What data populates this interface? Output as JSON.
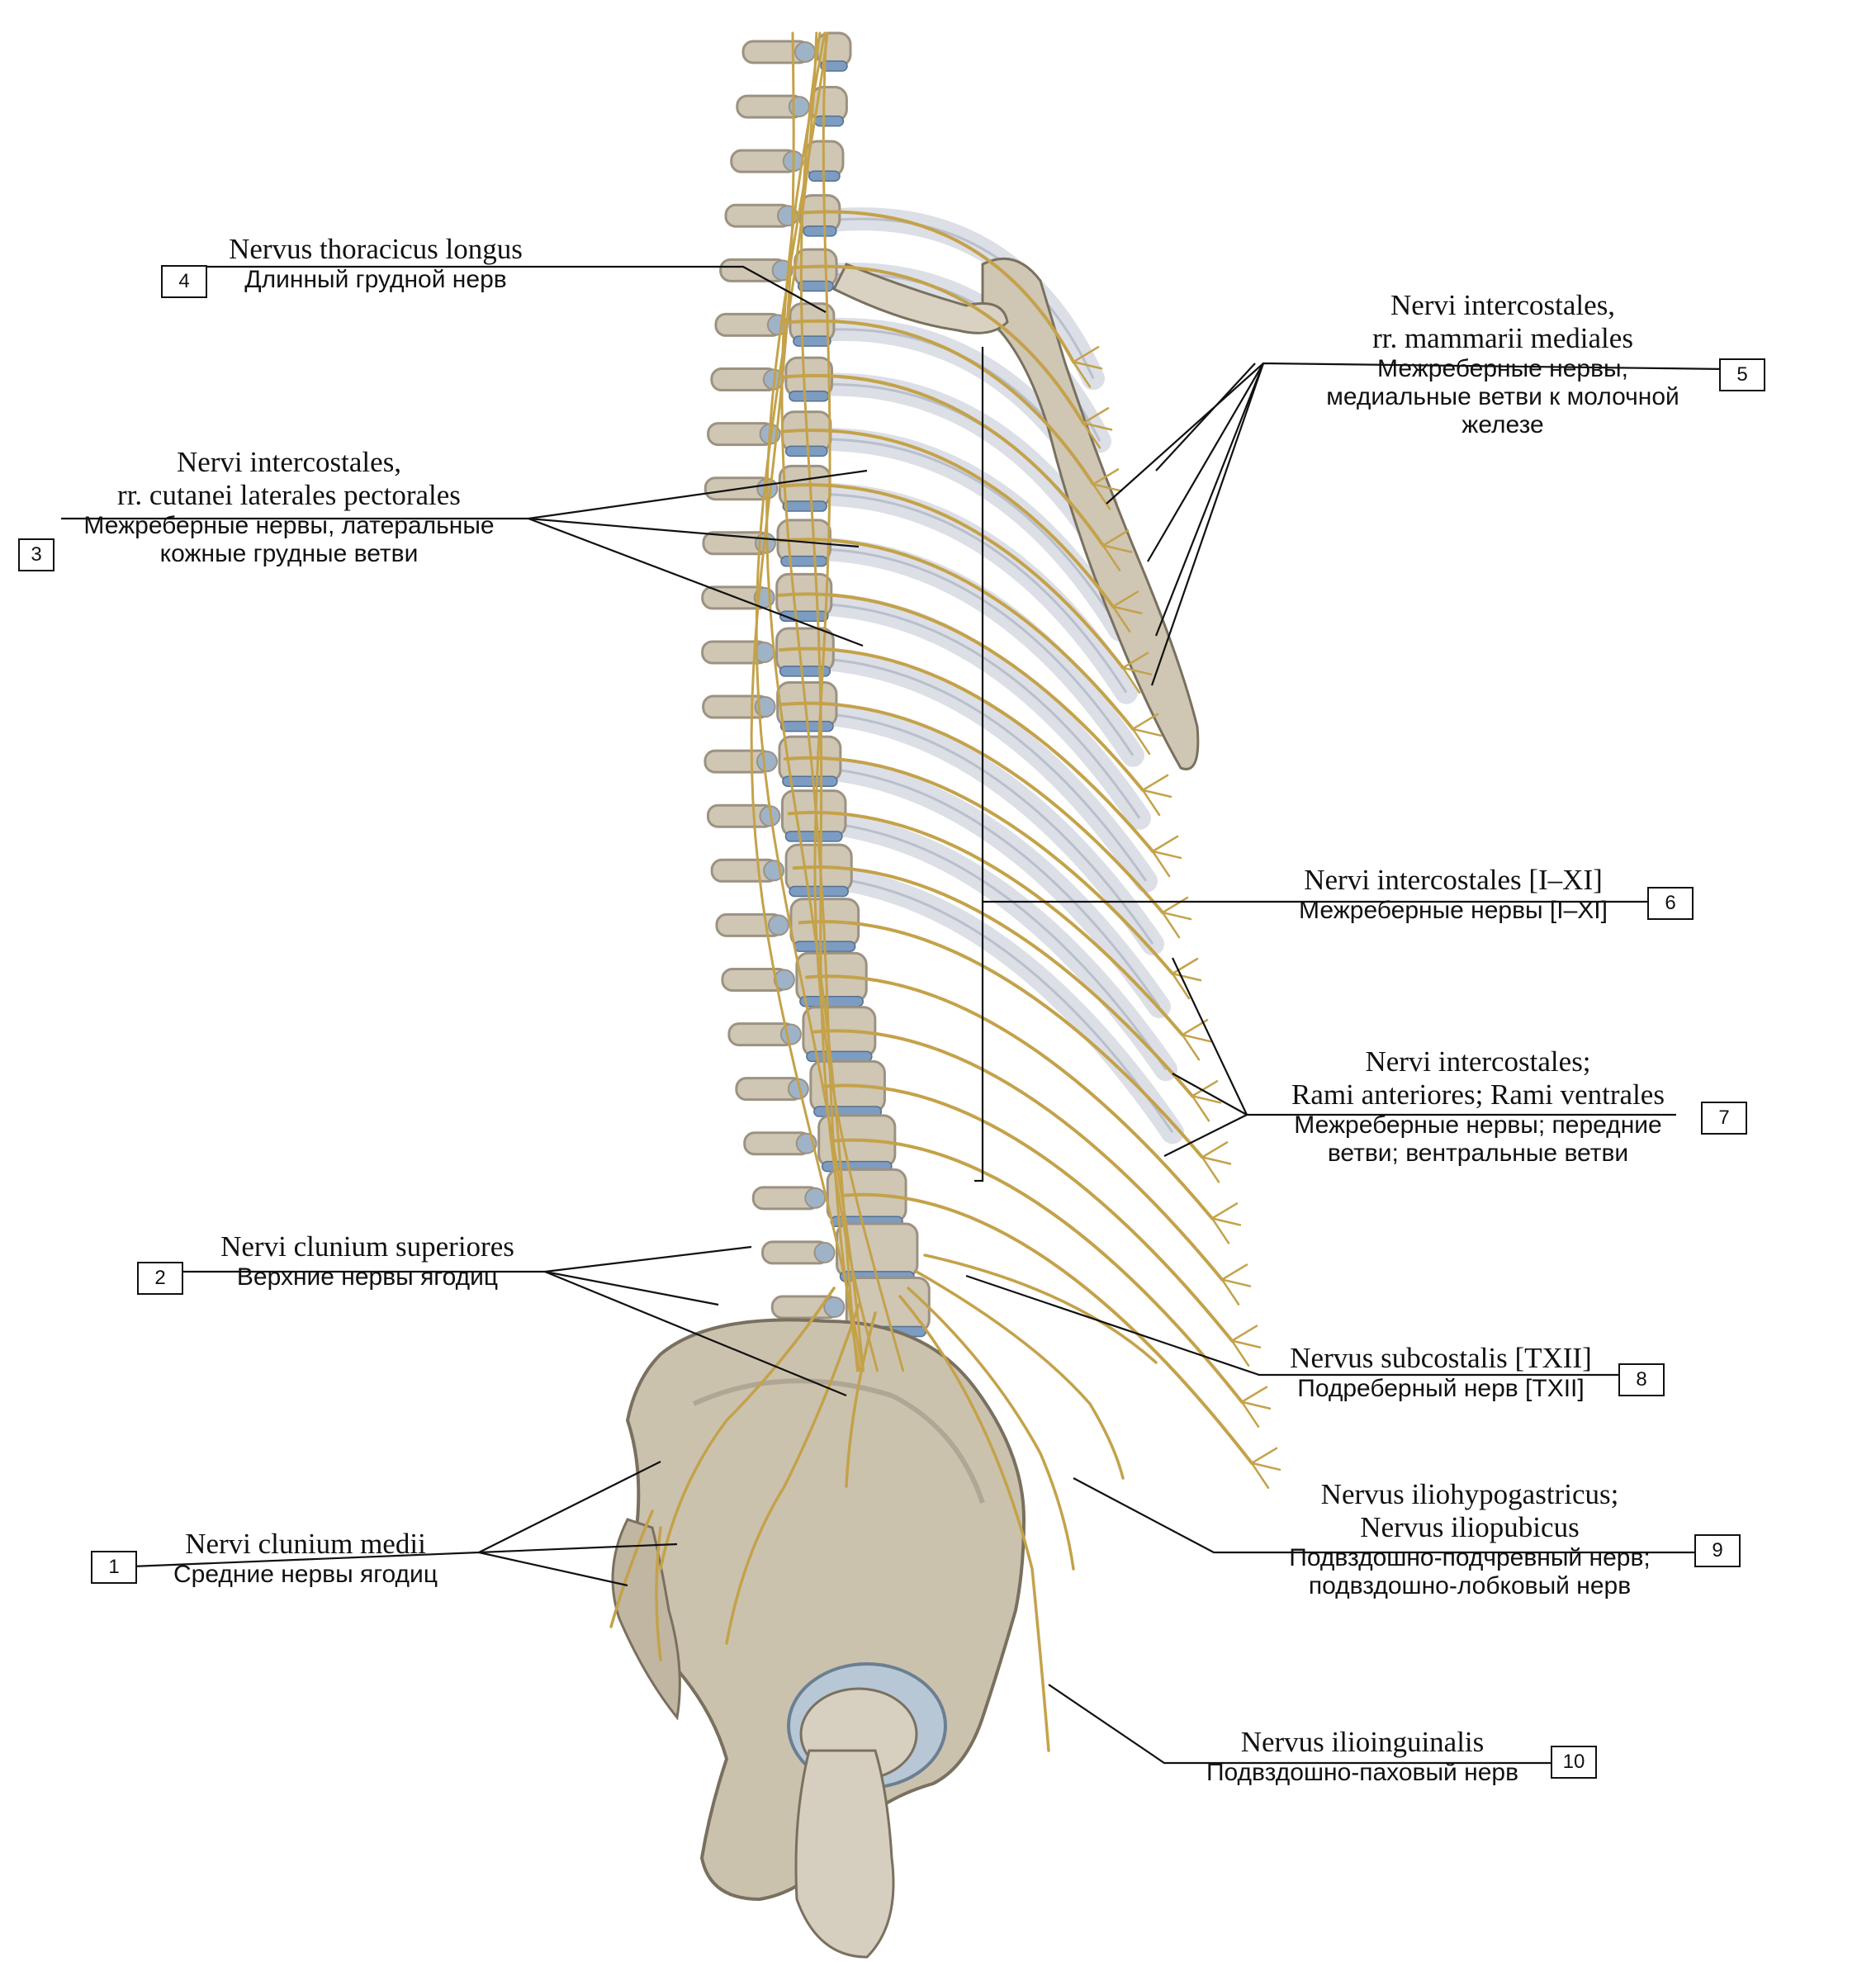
{
  "colors": {
    "bone": "#cfc6b4",
    "bone_shadow": "#9c9282",
    "nerve": "#c4a24a",
    "disc": "#7d9cc2",
    "rib": "#dcdfe6",
    "leader": "#111111"
  },
  "labels": [
    {
      "num": "1",
      "latin": "Nervi clunium medii",
      "russian": "Средние нервы ягодиц"
    },
    {
      "num": "2",
      "latin": "Nervi clunium superiores",
      "russian": "Верхние нервы ягодиц"
    },
    {
      "num": "3",
      "latin": [
        "Nervi intercostales,",
        "rr. cutanei laterales pectorales"
      ],
      "russian": [
        "Межреберные нервы, латеральные",
        "кожные грудные ветви"
      ]
    },
    {
      "num": "4",
      "latin": "Nervus thoracicus longus",
      "russian": "Длинный грудной нерв"
    },
    {
      "num": "5",
      "latin": [
        "Nervi intercostales,",
        "rr. mammarii mediales"
      ],
      "russian": [
        "Межреберные нервы,",
        "медиальные ветви к молочной",
        "железе"
      ]
    },
    {
      "num": "6",
      "latin": "Nervi intercostales [I–XI]",
      "russian": "Межреберные нервы [I–XI]"
    },
    {
      "num": "7",
      "latin": [
        "Nervi intercostales;",
        "Rami anteriores; Rami ventrales"
      ],
      "russian": [
        "Межреберные нервы; передние",
        "ветви; вентральные ветви"
      ]
    },
    {
      "num": "8",
      "latin": "Nervus subcostalis [TXII]",
      "russian": "Подреберный нерв [TXII]"
    },
    {
      "num": "9",
      "latin": [
        "Nervus iliohypogastricus;",
        "Nervus iliopubicus"
      ],
      "russian": [
        "Подвздошно-подчревный нерв;",
        "подвздошно-лобковый нерв"
      ]
    },
    {
      "num": "10",
      "latin": "Nervus ilioinguinalis",
      "russian": "Подвздошно-паховый нерв"
    }
  ]
}
